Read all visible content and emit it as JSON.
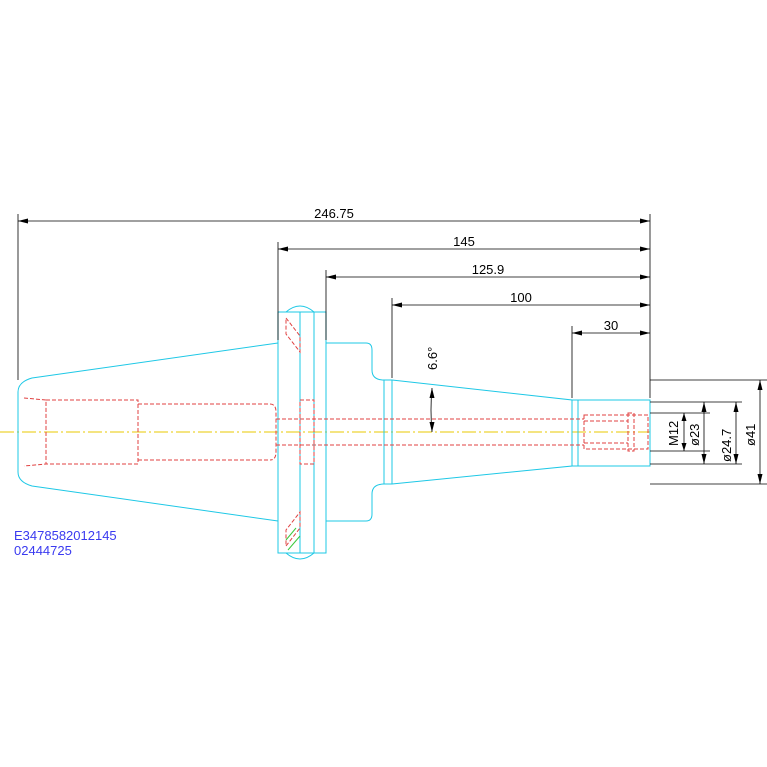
{
  "drawing": {
    "colors": {
      "outline": "#1ec8e6",
      "hidden": "#e04040",
      "centerline": "#e8c800",
      "dimension": "#000000",
      "code_text": "#3a3af0",
      "accent_green": "#3cc83c"
    },
    "dimensions": {
      "overall_length": "246.75",
      "flange_to_tip": "145",
      "body_length": "125.9",
      "taper_length": "100",
      "bore_depth": "30",
      "taper_angle": "6.6°",
      "thread": "M12",
      "bore_diameter": "ø23",
      "nose_diameter": "ø24.7",
      "shank_diameter": "ø41"
    },
    "part_codes": [
      "E3478582012145",
      "02444725"
    ]
  }
}
